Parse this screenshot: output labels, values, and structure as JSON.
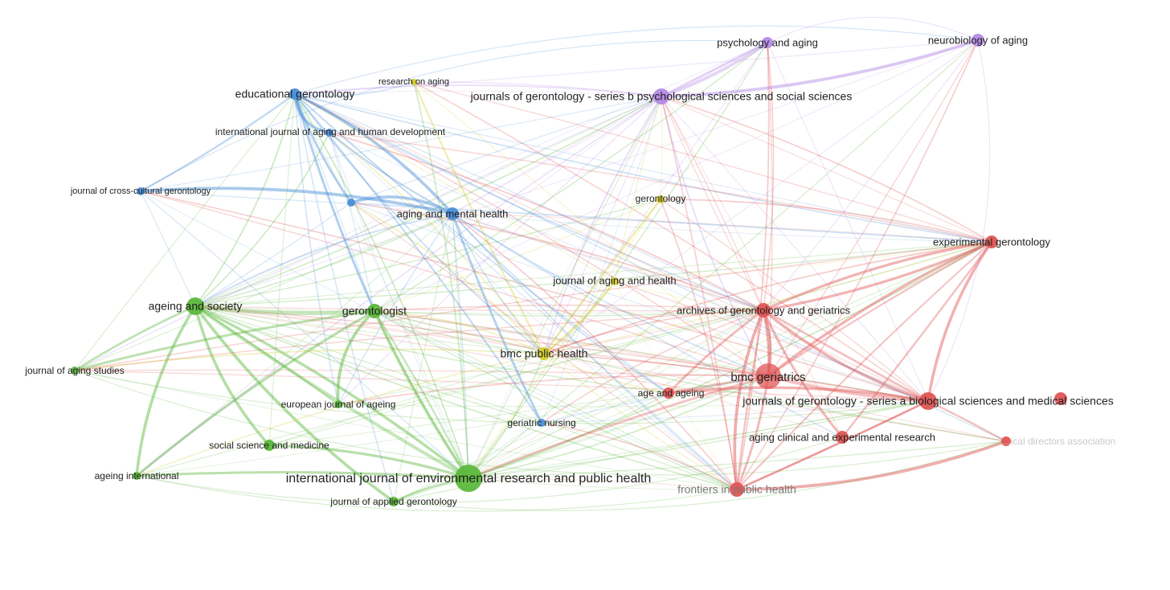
{
  "colors": {
    "red": "#e05555",
    "green": "#5cb83c",
    "blue": "#4a8fd8",
    "yellow": "#d4cc2a",
    "purple": "#b48ae6"
  },
  "nodes": [
    {
      "id": "psychology-and-aging",
      "label": "psychology and aging",
      "cluster": "purple",
      "weight": 2
    },
    {
      "id": "neurobiology-of-aging",
      "label": "neurobiology of aging",
      "cluster": "purple",
      "weight": 2
    },
    {
      "id": "research-on-aging",
      "label": "research on aging",
      "cluster": "yellow",
      "weight": 1
    },
    {
      "id": "educational-gerontology",
      "label": "educational gerontology",
      "cluster": "blue",
      "weight": 2
    },
    {
      "id": "journals-gerontology-b",
      "label": "journals of gerontology - series b psychological sciences and social sciences",
      "cluster": "purple",
      "weight": 3
    },
    {
      "id": "ij-aging-human-development",
      "label": "international journal of aging and human development",
      "cluster": "blue",
      "weight": 1
    },
    {
      "id": "journal-cross-cultural-gerontology",
      "label": "journal of cross-cultural gerontology",
      "cluster": "blue",
      "weight": 1
    },
    {
      "id": "unlabeled-blue",
      "label": "",
      "cluster": "blue",
      "weight": 1
    },
    {
      "id": "aging-and-mental-health",
      "label": "aging and mental health",
      "cluster": "blue",
      "weight": 2
    },
    {
      "id": "gerontology",
      "label": "gerontology",
      "cluster": "yellow",
      "weight": 1
    },
    {
      "id": "experimental-gerontology",
      "label": "experimental gerontology",
      "cluster": "red",
      "weight": 2
    },
    {
      "id": "journal-aging-and-health",
      "label": "journal of aging and health",
      "cluster": "yellow",
      "weight": 1
    },
    {
      "id": "ageing-and-society",
      "label": "ageing and society",
      "cluster": "green",
      "weight": 3
    },
    {
      "id": "gerontologist",
      "label": "gerontologist",
      "cluster": "green",
      "weight": 3
    },
    {
      "id": "archives-gerontology-geriatrics",
      "label": "archives of gerontology and geriatrics",
      "cluster": "red",
      "weight": 3
    },
    {
      "id": "bmc-public-health",
      "label": "bmc public health",
      "cluster": "yellow",
      "weight": 3
    },
    {
      "id": "journal-aging-studies",
      "label": "journal of aging studies",
      "cluster": "green",
      "weight": 1
    },
    {
      "id": "bmc-geriatrics",
      "label": "bmc geriatrics",
      "cluster": "red",
      "weight": 5
    },
    {
      "id": "age-and-ageing",
      "label": "age and ageing",
      "cluster": "red",
      "weight": 2
    },
    {
      "id": "journals-gerontology-a",
      "label": "journals of gerontology - series a biological sciences and medical sciences",
      "cluster": "red",
      "weight": 4
    },
    {
      "id": "european-journal-ageing",
      "label": "european journal of ageing",
      "cluster": "green",
      "weight": 1
    },
    {
      "id": "geriatric-nursing",
      "label": "geriatric nursing",
      "cluster": "blue",
      "weight": 1
    },
    {
      "id": "medical-directors-association",
      "label": "...ical directors association",
      "cluster": "red",
      "weight": 1
    },
    {
      "id": "aging-clinical-experimental-research",
      "label": "aging clinical and experimental research",
      "cluster": "red",
      "weight": 2
    },
    {
      "id": "social-science-medicine",
      "label": "social science and medicine",
      "cluster": "green",
      "weight": 2
    },
    {
      "id": "ageing-international",
      "label": "ageing international",
      "cluster": "green",
      "weight": 1
    },
    {
      "id": "ij-environmental-research-public-health",
      "label": "international journal of environmental research and public health",
      "cluster": "green",
      "weight": 6
    },
    {
      "id": "frontiers-public-health",
      "label": "frontiers in public health",
      "cluster": "red",
      "weight": 3
    },
    {
      "id": "journal-applied-gerontology",
      "label": "journal of applied gerontology",
      "cluster": "green",
      "weight": 2
    }
  ]
}
